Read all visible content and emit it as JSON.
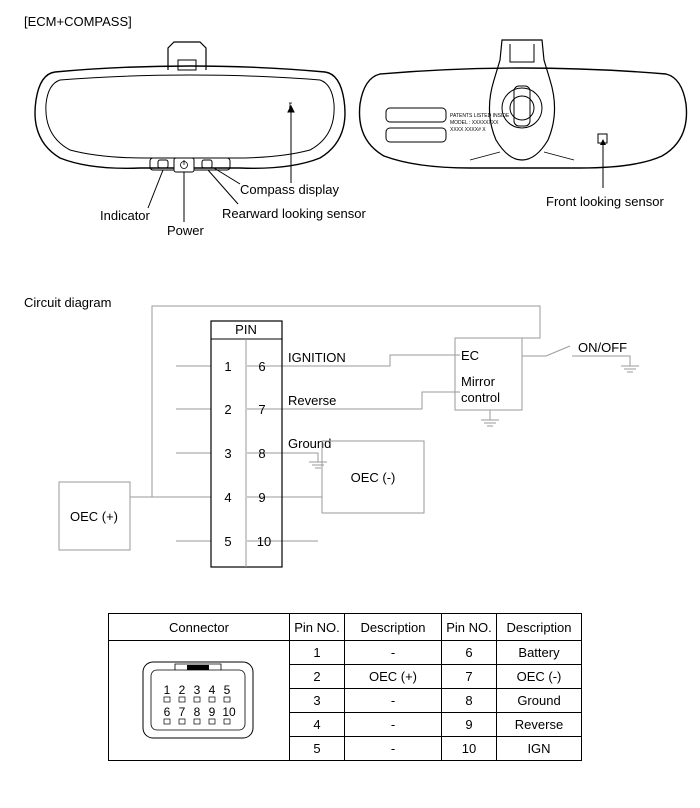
{
  "header": {
    "title": "[ECM+COMPASS]"
  },
  "mirror_front": {
    "labels": {
      "compass": "Compass display",
      "indicator": "Indicator",
      "power": "Power",
      "rearward": "Rearward looking sensor"
    }
  },
  "mirror_back": {
    "sticker": [
      "PATENTS LISTED INSIDE",
      "MODEL : XXXXXXXX",
      "XXXX  XXXX# X"
    ],
    "labels": {
      "front_sensor": "Front looking sensor"
    }
  },
  "circuit": {
    "title": "Circuit diagram",
    "pin_header": "PIN",
    "left_pins": [
      "1",
      "2",
      "3",
      "4",
      "5"
    ],
    "right_pins": [
      "6",
      "7",
      "8",
      "9",
      "10"
    ],
    "signals": {
      "ignition": "IGNITION",
      "reverse": "Reverse",
      "ground": "Ground"
    },
    "ec_box": {
      "line1": "EC",
      "line2": "Mirror",
      "line3": "control"
    },
    "switch_label": "ON/OFF",
    "oec_minus": "OEC (-)",
    "oec_plus": "OEC (+)"
  },
  "connector_table": {
    "headers": [
      "Connector",
      "Pin NO.",
      "Description",
      "Pin NO.",
      "Description"
    ],
    "plug_rows": [
      [
        "1",
        "2",
        "3",
        "4",
        "5"
      ],
      [
        "6",
        "7",
        "8",
        "9",
        "10"
      ]
    ],
    "rows": [
      {
        "pin_a": "1",
        "desc_a": "-",
        "pin_b": "6",
        "desc_b": "Battery"
      },
      {
        "pin_a": "2",
        "desc_a": "OEC (+)",
        "pin_b": "7",
        "desc_b": "OEC (-)"
      },
      {
        "pin_a": "3",
        "desc_a": "-",
        "pin_b": "8",
        "desc_b": "Ground"
      },
      {
        "pin_a": "4",
        "desc_a": "-",
        "pin_b": "9",
        "desc_b": "Reverse"
      },
      {
        "pin_a": "5",
        "desc_a": "-",
        "pin_b": "10",
        "desc_b": "IGN"
      }
    ]
  }
}
